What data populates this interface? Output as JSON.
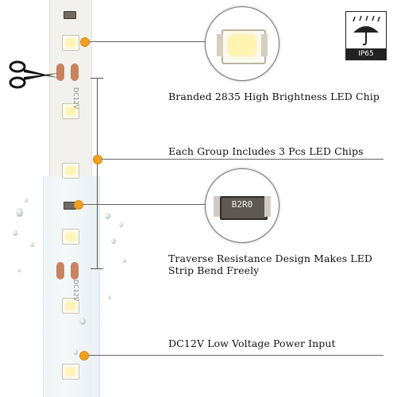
{
  "badge": {
    "rating": "IP65",
    "icon": "umbrella-rain-icon"
  },
  "callouts": [
    {
      "id": "chip",
      "text": "Branded 2835 High Brightness LED Chip"
    },
    {
      "id": "group",
      "text": "Each Group Includes 3 Pcs LED Chips"
    },
    {
      "id": "resistance",
      "line1": "Traverse Resistance Design Makes LED",
      "line2": "Strip Bend Freely"
    },
    {
      "id": "power",
      "text": "DC12V Low Voltage Power Input"
    }
  ],
  "resistor_code": "B2R0",
  "strip_marking": "DC12V",
  "cut_icon": "scissors-icon",
  "colors": {
    "accent": "#f0a020",
    "strip": "#f3f1ee",
    "copper": "#c9835f"
  }
}
